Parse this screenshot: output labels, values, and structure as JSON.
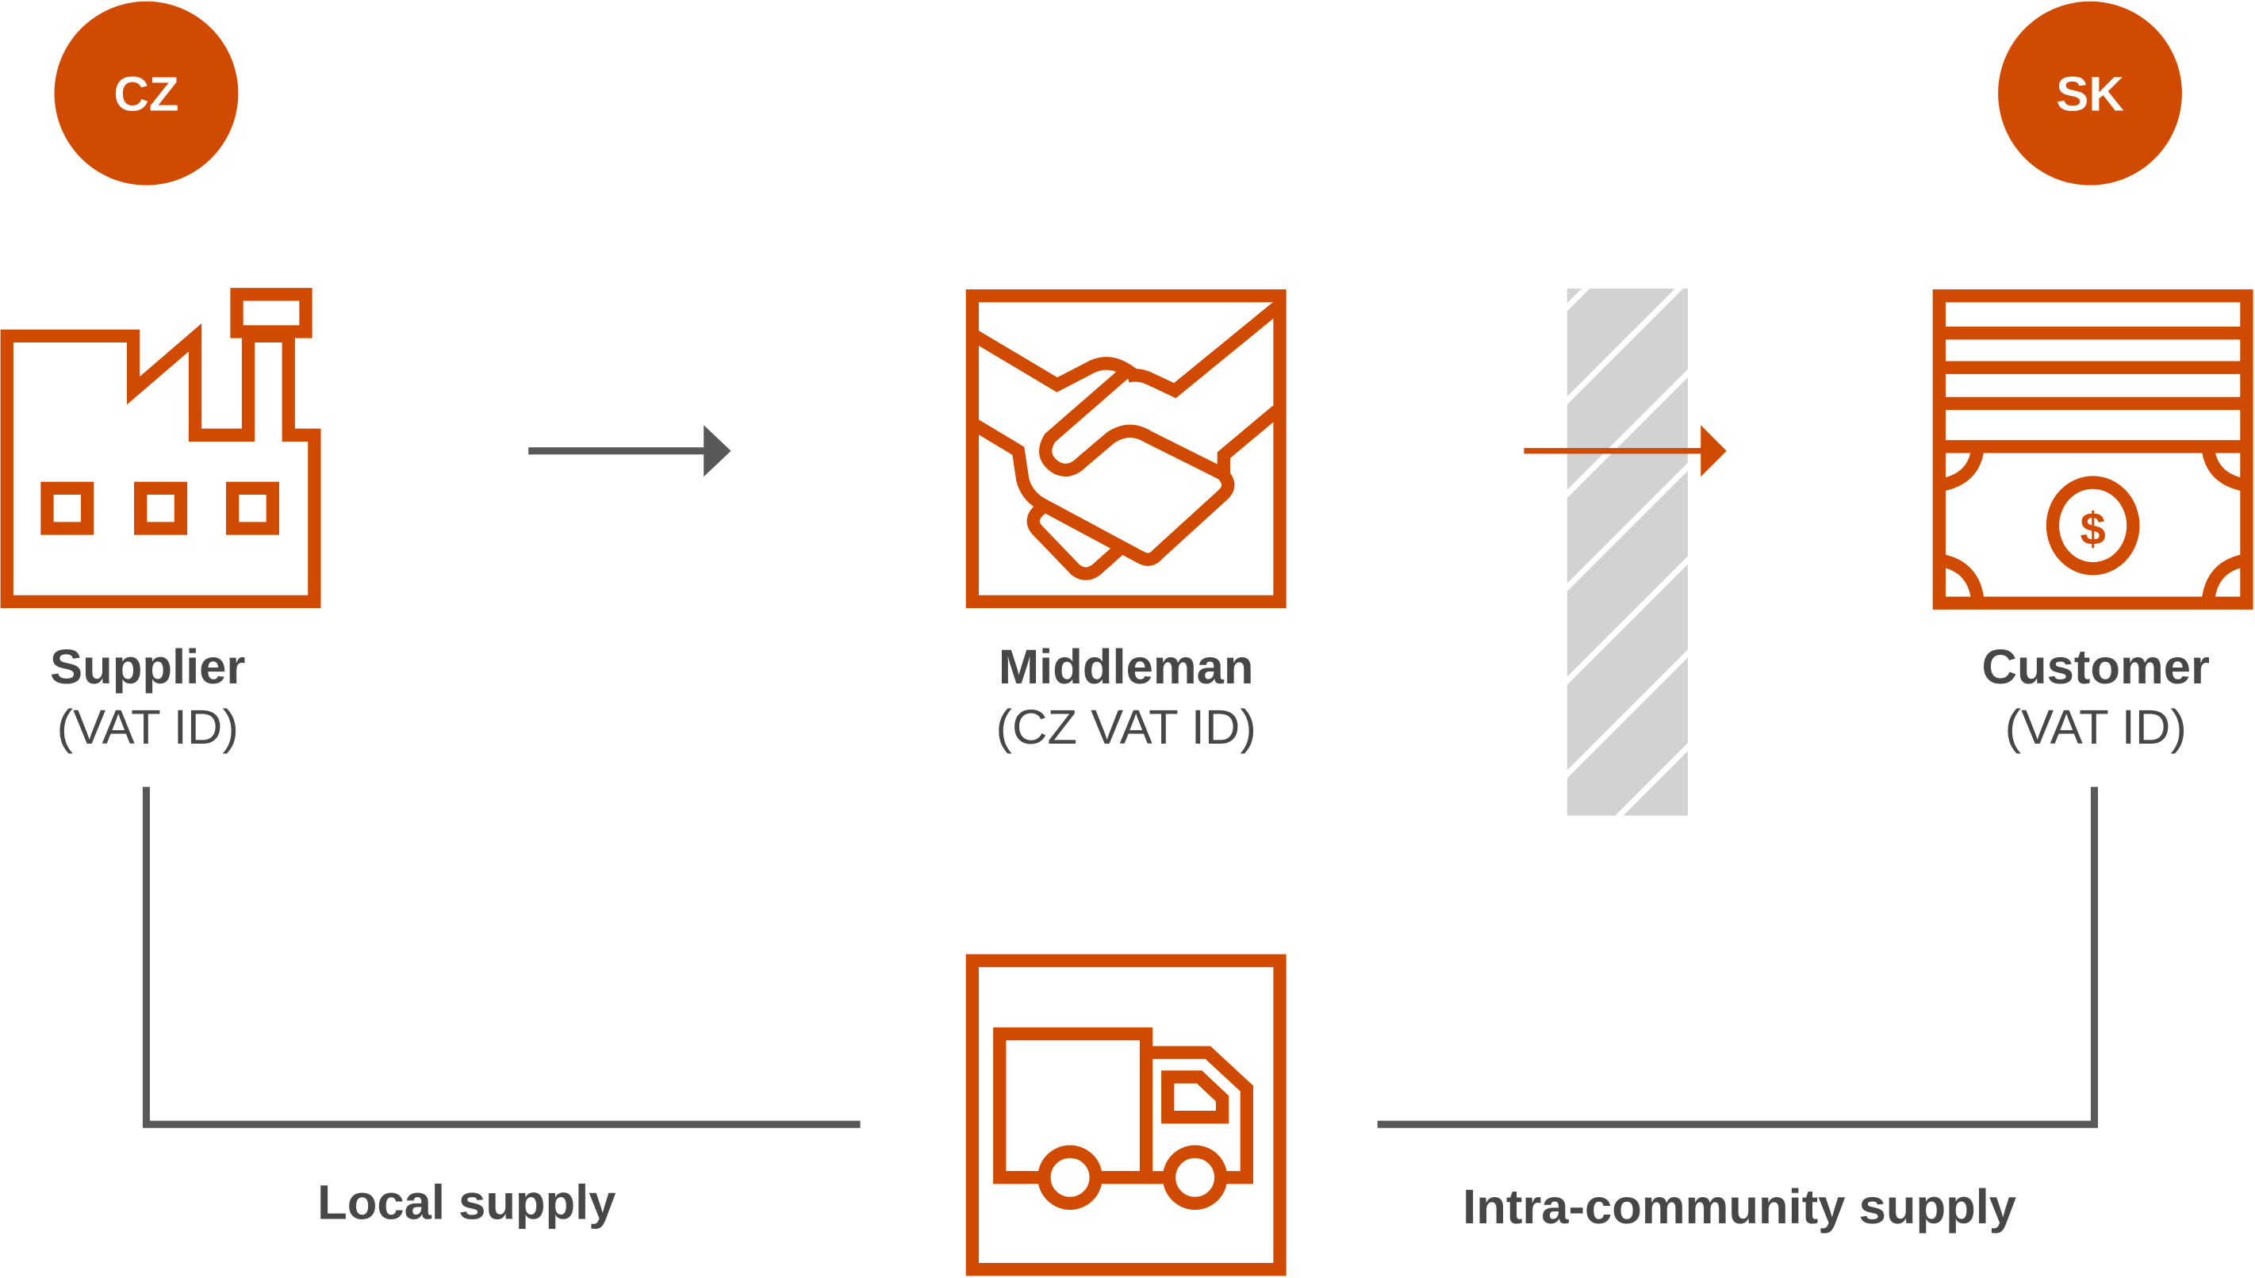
{
  "colors": {
    "accent": "#D04A02",
    "text": "#474747",
    "line": "#595959",
    "barrier": "#D1D2D4"
  },
  "badges": {
    "left": "CZ",
    "right": "SK"
  },
  "nodes": {
    "supplier": {
      "title": "Supplier",
      "subtitle": "(VAT ID)",
      "icon": "factory-icon"
    },
    "middleman": {
      "title": "Middleman",
      "subtitle": "(CZ VAT ID)",
      "icon": "handshake-icon"
    },
    "customer": {
      "title": "Customer",
      "subtitle": "(VAT ID)",
      "icon": "cash-register-icon"
    },
    "transport": {
      "icon": "truck-icon"
    }
  },
  "flows": {
    "local": "Local supply",
    "intra": "Intra-community supply"
  }
}
